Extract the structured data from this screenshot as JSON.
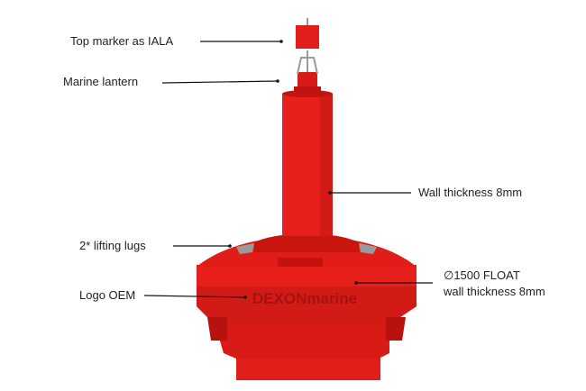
{
  "colors": {
    "body_red": "#e8201c",
    "shade_red": "#c4130f",
    "dark_red": "#a30e0b",
    "metal": "#9a9a9a",
    "leader": "#111111",
    "logo_text": "#a5120f"
  },
  "logo": {
    "text": "DEXONmarine"
  },
  "labels": {
    "top_marker": "Top marker as IALA",
    "marine_lantern": "Marine lantern",
    "wall_thickness": "Wall thickness 8mm",
    "lifting_lugs": "2* lifting lugs",
    "float_line1": "∅1500 FLOAT",
    "float_line2": "wall thickness 8mm",
    "logo_oem": "Logo OEM"
  }
}
